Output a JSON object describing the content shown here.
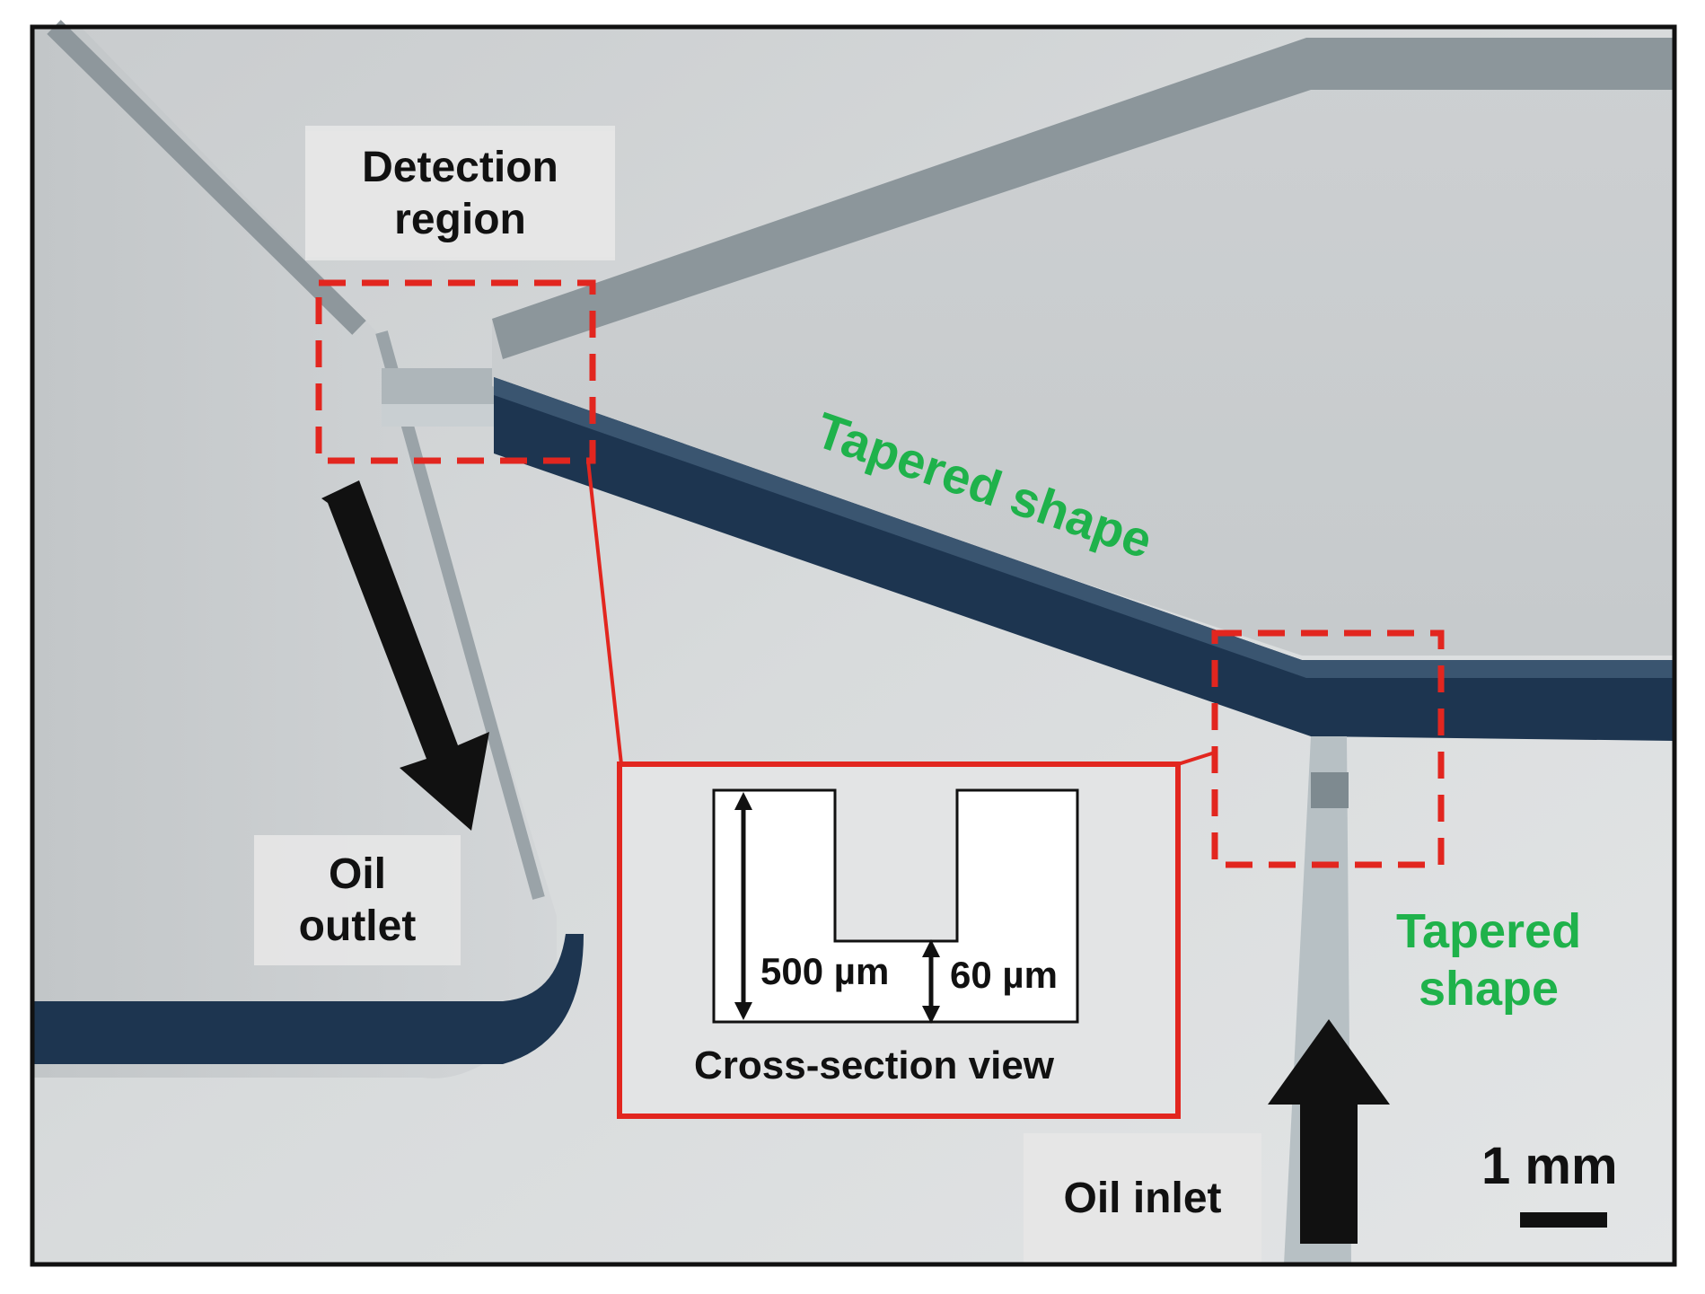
{
  "labels": {
    "detection_line1": "Detection",
    "detection_line2": "region",
    "oil_outlet_line1": "Oil",
    "oil_outlet_line2": "outlet",
    "oil_inlet": "Oil inlet",
    "tapered_shape_diagonal": "Tapered shape",
    "tapered_shape_line1": "Tapered",
    "tapered_shape_line2": "shape"
  },
  "inset": {
    "caption": "Cross-section view",
    "depth_label": "500 µm",
    "step_label": "60 µm"
  },
  "scale_bar": {
    "label": "1 mm"
  },
  "colors": {
    "highlight": "#e2261f",
    "annotation_green": "#1fb24b",
    "channel_dark": "#1d3550",
    "background_gray": "#cfd3d6"
  }
}
